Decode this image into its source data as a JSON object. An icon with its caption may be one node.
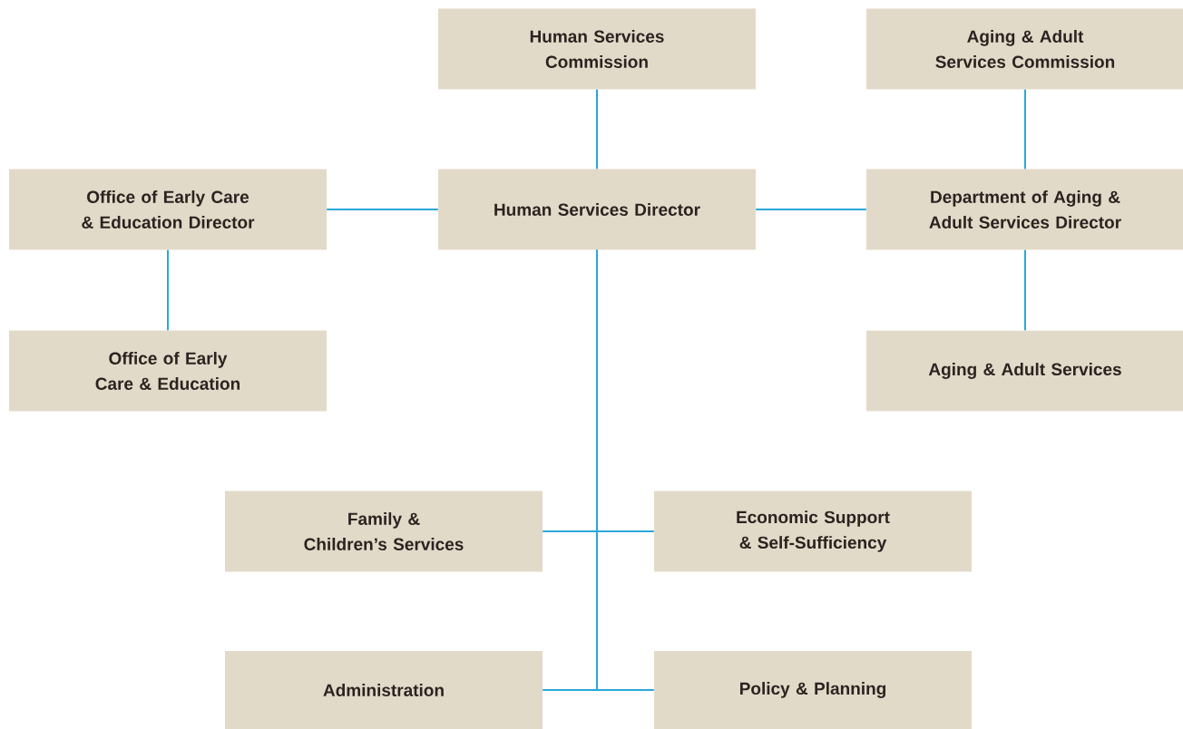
{
  "diagram": {
    "nodes": [
      {
        "text": [
          "Human Services Commission"
        ]
      },
      {
        "text": [
          "Aging & Adult Services Commission"
        ]
      },
      {
        "text": [
          "Office of Early Care & Education Director"
        ]
      },
      {
        "text": [
          "Human Services Director"
        ]
      },
      {
        "text": [
          "Department of Aging & Adult Services Director"
        ]
      },
      {
        "text": [
          "Office of Early Care & Education"
        ]
      },
      {
        "text": [
          "Aging & Adult Services"
        ]
      },
      {
        "text": [
          "Family & Children’s Services"
        ]
      },
      {
        "text": [
          "Economic Support & Self-Sufficiency"
        ]
      },
      {
        "text": [
          "Administration"
        ]
      },
      {
        "text": [
          "Policy & Planning"
        ]
      }
    ],
    "edges": [
      {
        "from": 0,
        "to": 3,
        "arrow": "none"
      },
      {
        "from": 1,
        "to": 4,
        "arrow": "none"
      },
      {
        "from": 3,
        "to": 2,
        "arrow": "none"
      },
      {
        "from": 3,
        "to": 4,
        "arrow": "none"
      },
      {
        "from": 2,
        "to": 5,
        "arrow": "none"
      },
      {
        "from": 4,
        "to": 6,
        "arrow": "none"
      },
      {
        "from": 3,
        "to": 7,
        "arrow": "none"
      },
      {
        "from": 3,
        "to": 8,
        "arrow": "none"
      },
      {
        "from": 3,
        "to": 9,
        "arrow": "none"
      },
      {
        "from": 3,
        "to": 10,
        "arrow": "none"
      }
    ]
  }
}
